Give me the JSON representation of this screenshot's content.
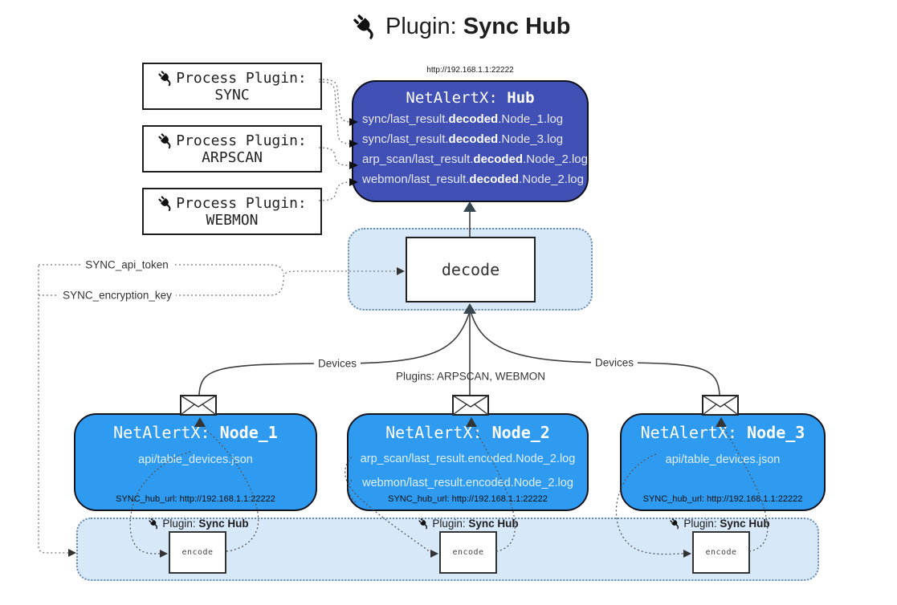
{
  "title": {
    "prefix": "Plugin: ",
    "name": "Sync Hub"
  },
  "colors": {
    "hub_fill": "#4150B4",
    "node_fill": "#2E9AF0",
    "container_fill": "#D7E8F9",
    "arrow_dark": "#37474F"
  },
  "process_plugins": [
    {
      "label": "Process Plugin:",
      "name": "SYNC"
    },
    {
      "label": "Process Plugin:",
      "name": "ARPSCAN"
    },
    {
      "label": "Process Plugin:",
      "name": "WEBMON"
    }
  ],
  "hub": {
    "url_label": "http://192.168.1.1:22222",
    "title_prefix": "NetAlertX: ",
    "title_name": "Hub",
    "logs": [
      {
        "pre": "sync/last_result.",
        "bold": "decoded",
        "post": ".Node_1.log"
      },
      {
        "pre": "sync/last_result.",
        "bold": "decoded",
        "post": ".Node_3.log"
      },
      {
        "pre": "arp_scan/last_result.",
        "bold": "decoded",
        "post": ".Node_2.log"
      },
      {
        "pre": "webmon/last_result.",
        "bold": "decoded",
        "post": ".Node_2.log"
      }
    ]
  },
  "secrets": {
    "api_token_label": "SYNC_api_token",
    "encryption_key_label": "SYNC_encryption_key"
  },
  "decode_step": {
    "label": "decode"
  },
  "edge_labels": {
    "devices_left": "Devices",
    "plugins_middle": "Plugins: ARPSCAN, WEBMON",
    "devices_right": "Devices"
  },
  "nodes": [
    {
      "title_prefix": "NetAlertX: ",
      "title_name": "Node_1",
      "files": [
        "api/table_devices.json"
      ],
      "hub_url_label": "SYNC_hub_url: http://192.168.1.1:22222"
    },
    {
      "title_prefix": "NetAlertX: ",
      "title_name": "Node_2",
      "files": [
        "arp_scan/last_result.encoded.Node_2.log",
        "webmon/last_result.encoded.Node_2.log"
      ],
      "hub_url_label": "SYNC_hub_url: http://192.168.1.1:22222"
    },
    {
      "title_prefix": "NetAlertX: ",
      "title_name": "Node_3",
      "files": [
        "api/table_devices.json"
      ],
      "hub_url_label": "SYNC_hub_url: http://192.168.1.1:22222"
    }
  ],
  "encode_steps": [
    {
      "label_prefix": "Plugin: ",
      "label_name": "Sync Hub",
      "box_label": "encode"
    },
    {
      "label_prefix": "Plugin: ",
      "label_name": "Sync Hub",
      "box_label": "encode"
    },
    {
      "label_prefix": "Plugin: ",
      "label_name": "Sync Hub",
      "box_label": "encode"
    }
  ]
}
